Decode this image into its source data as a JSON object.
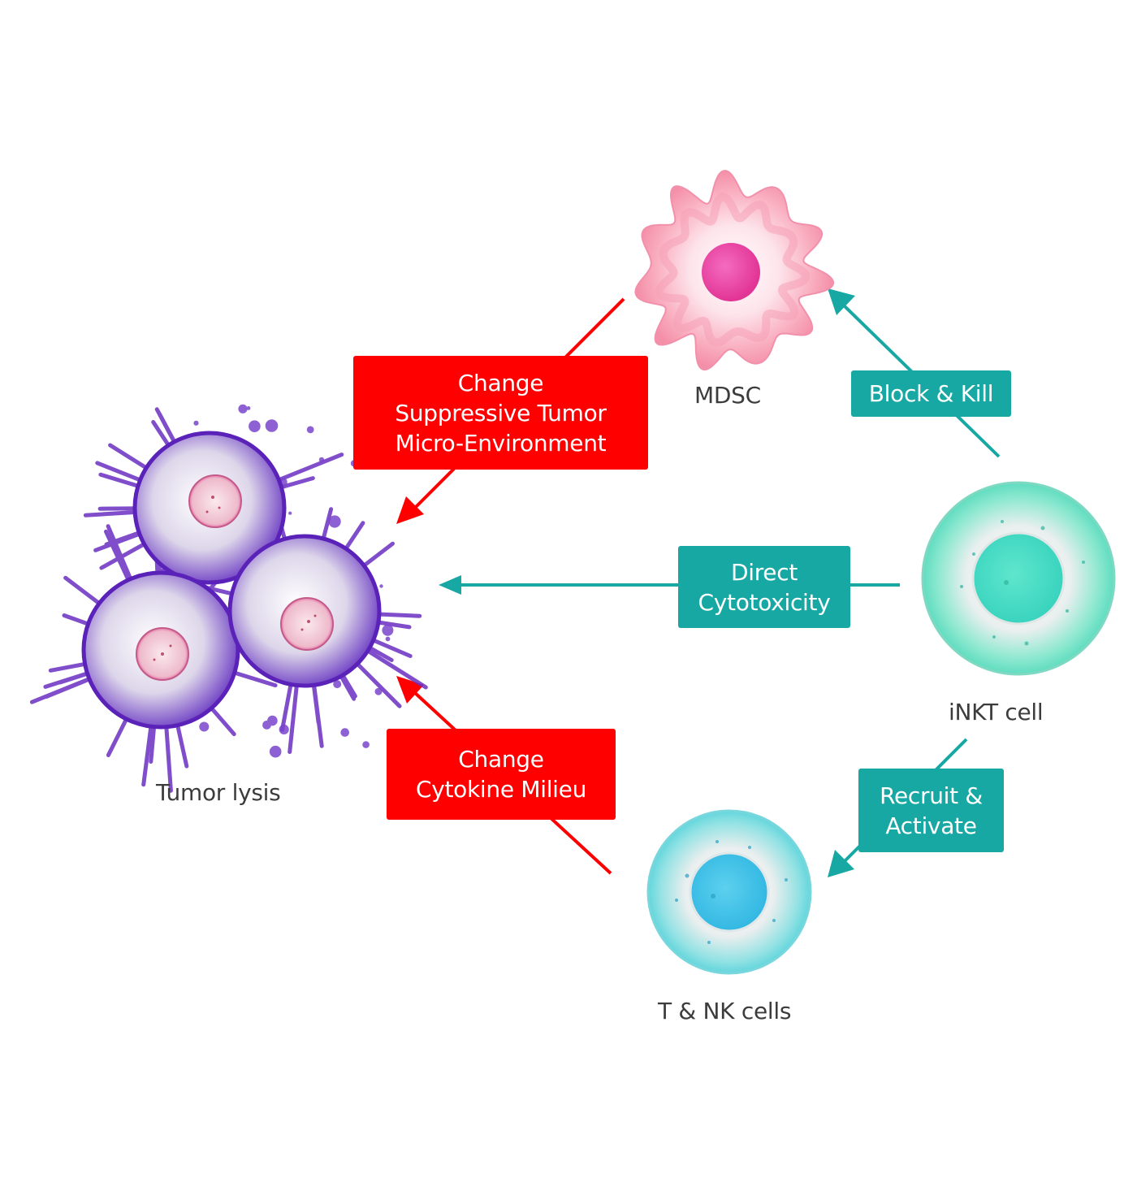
{
  "colors": {
    "suppress_arrow": "#ff0000",
    "activate_arrow": "#17a8a4",
    "label_text": "#3c3c3c",
    "box_text": "#ffffff",
    "mdsc_body": "#f9a9bc",
    "mdsc_nucleus": "#ee3fa4",
    "inkt_body": "#6fe3c4",
    "inkt_nucleus": "#3ed9c0",
    "tnk_body": "#7fdde6",
    "tnk_nucleus": "#36bfe6",
    "tumor_purple": "#6a2fc2",
    "tumor_nucleus": "#e8a3b8"
  },
  "nodes": {
    "mdsc": {
      "label": "MDSC",
      "icon": "mdsc-cell-icon"
    },
    "inkt": {
      "label": "iNKT cell",
      "icon": "inkt-cell-icon"
    },
    "tnk": {
      "label": "T &  NK cells",
      "icon": "t-nk-cell-icon"
    },
    "tumor": {
      "label": "Tumor lysis",
      "icon": "tumor-cells-icon"
    }
  },
  "edges": {
    "block_kill": {
      "lines": [
        "Block & Kill"
      ],
      "from": "iNKT cell",
      "to": "MDSC",
      "style": "teal"
    },
    "direct_cytotoxicity": {
      "lines": [
        "Direct",
        "Cytotoxicity"
      ],
      "from": "iNKT cell",
      "to": "Tumor lysis",
      "style": "teal"
    },
    "recruit_activate": {
      "lines": [
        "Recruit &",
        "Activate"
      ],
      "from": "iNKT cell",
      "to": "T &  NK cells",
      "style": "teal"
    },
    "change_tme": {
      "lines": [
        "Change",
        "Suppressive Tumor",
        "Micro-Environment"
      ],
      "from": "MDSC",
      "to": "Tumor lysis",
      "style": "red"
    },
    "change_cytokine": {
      "lines": [
        "Change",
        "Cytokine Milieu"
      ],
      "from": "T &  NK cells",
      "to": "Tumor lysis",
      "style": "red"
    }
  }
}
